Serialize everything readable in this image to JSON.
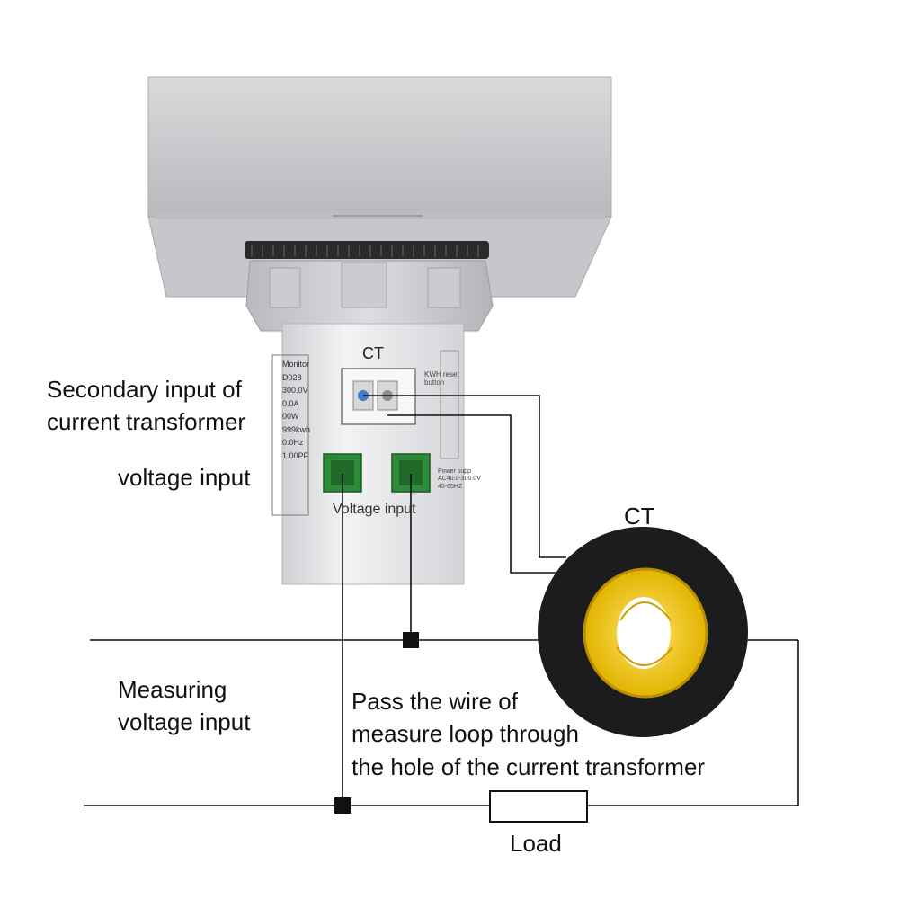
{
  "labels": {
    "ct_on_device": "CT",
    "ct_coil": "CT",
    "secondary_input": [
      "Secondary input of",
      "current transformer"
    ],
    "voltage_input": "voltage input",
    "measuring_voltage": [
      "Measuring",
      "voltage input"
    ],
    "pass_wire": [
      "Pass the wire of",
      "measure loop through",
      "the hole of the current transformer"
    ],
    "load": "Load",
    "voltage_input_on_body": "Voltage input",
    "kwh_reset": [
      "KWH reset",
      "button"
    ],
    "device_specs": [
      "Monitor",
      "D028",
      "300.0V",
      "0.0A",
      "00W",
      "999kwh",
      "0.0Hz",
      "1.00PF"
    ],
    "power_supply": [
      "Power supp",
      "AC40.0-300.0V",
      "45-65HZ"
    ]
  },
  "colors": {
    "housing": "#c9cacc",
    "cylinder": "#e6e7ea",
    "ct_ring": "#1c1c1c",
    "ct_core": "#f2c600",
    "terminal": "#2f8a3a",
    "wire": "#111111"
  }
}
